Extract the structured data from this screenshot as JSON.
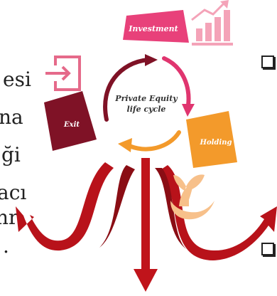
{
  "cycle": {
    "center_label_line1": "Private Equity",
    "center_label_line2": "life cycle",
    "stages": [
      {
        "label": "Investment",
        "color": "#e8417a"
      },
      {
        "label": "Holding",
        "color": "#f39a2b"
      },
      {
        "label": "Exit",
        "color": "#7f1226"
      }
    ]
  },
  "side_text": {
    "lines": [
      "esi",
      "na",
      "ği",
      "acı",
      "nr",
      "."
    ]
  },
  "colors": {
    "investment_arrow": "#e0356f",
    "holding_arrow": "#f39a2b",
    "exit_arrow": "#7f1226",
    "big_arrows": "#c0141b",
    "icon_pink": "#f4a3b8",
    "icon_exit": "#e56a8a",
    "icon_holding": "#f7c08a"
  },
  "icons": {
    "investment": "bar-chart-up-icon",
    "exit": "exit-door-icon",
    "holding": "hand-plant-icon"
  }
}
